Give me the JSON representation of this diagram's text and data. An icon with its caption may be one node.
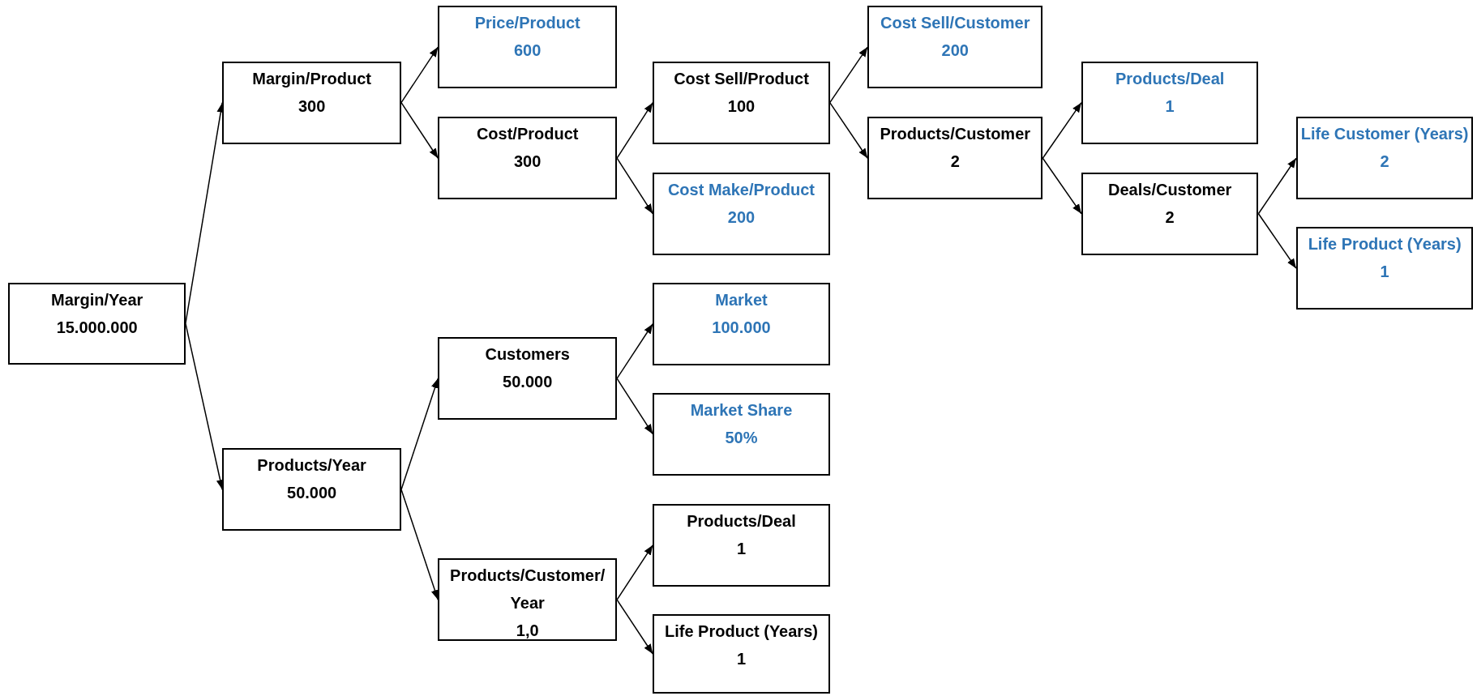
{
  "diagram": {
    "nodes": [
      {
        "text": [
          "Margin/Year",
          "15.000.000"
        ]
      },
      {
        "text": [
          "Margin/Product",
          "300"
        ]
      },
      {
        "text": [
          "Products/Year",
          "50.000"
        ]
      },
      {
        "text": [
          "Price/Product",
          "600"
        ]
      },
      {
        "text": [
          "Cost/Product",
          "300"
        ]
      },
      {
        "text": [
          "Customers",
          "50.000"
        ]
      },
      {
        "text": [
          "Products/Customer/ Year",
          "1,0"
        ]
      },
      {
        "text": [
          "Cost Sell/Product",
          "100"
        ]
      },
      {
        "text": [
          "Cost Make/Product",
          "200"
        ]
      },
      {
        "text": [
          "Market",
          "100.000"
        ]
      },
      {
        "text": [
          "Market Share",
          "50%"
        ]
      },
      {
        "text": [
          "Products/Deal",
          "1"
        ]
      },
      {
        "text": [
          "Life Product (Years)",
          "1"
        ]
      },
      {
        "text": [
          "Cost Sell/Customer",
          "200"
        ]
      },
      {
        "text": [
          "Products/Customer",
          "2"
        ]
      },
      {
        "text": [
          "Products/Deal",
          "1"
        ]
      },
      {
        "text": [
          "Deals/Customer",
          "2"
        ]
      },
      {
        "text": [
          "Life Customer (Years)",
          "2"
        ]
      },
      {
        "text": [
          "Life Product (Years)",
          "1"
        ]
      }
    ],
    "edges": [
      {
        "from": 0,
        "to": 1,
        "arrow": "to"
      },
      {
        "from": 0,
        "to": 2,
        "arrow": "to"
      },
      {
        "from": 1,
        "to": 3,
        "arrow": "to"
      },
      {
        "from": 1,
        "to": 4,
        "arrow": "to"
      },
      {
        "from": 2,
        "to": 5,
        "arrow": "to"
      },
      {
        "from": 2,
        "to": 6,
        "arrow": "to"
      },
      {
        "from": 4,
        "to": 7,
        "arrow": "to"
      },
      {
        "from": 4,
        "to": 8,
        "arrow": "to"
      },
      {
        "from": 5,
        "to": 9,
        "arrow": "to"
      },
      {
        "from": 5,
        "to": 10,
        "arrow": "to"
      },
      {
        "from": 6,
        "to": 11,
        "arrow": "to"
      },
      {
        "from": 6,
        "to": 12,
        "arrow": "to"
      },
      {
        "from": 7,
        "to": 13,
        "arrow": "to"
      },
      {
        "from": 7,
        "to": 14,
        "arrow": "to"
      },
      {
        "from": 14,
        "to": 15,
        "arrow": "to"
      },
      {
        "from": 14,
        "to": 16,
        "arrow": "to"
      },
      {
        "from": 16,
        "to": 17,
        "arrow": "to"
      },
      {
        "from": 16,
        "to": 18,
        "arrow": "to"
      }
    ]
  }
}
